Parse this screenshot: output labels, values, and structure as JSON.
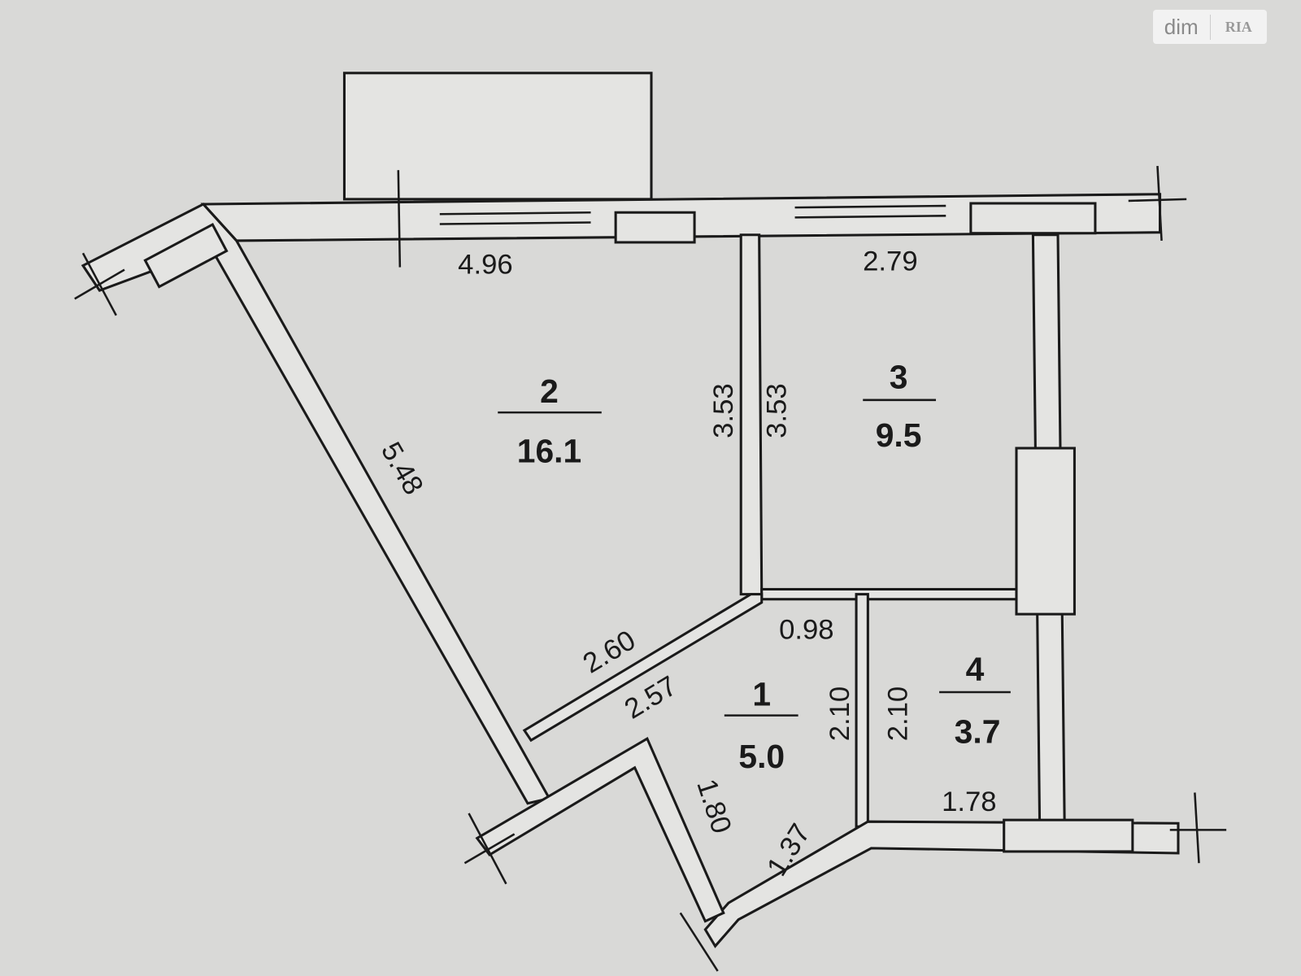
{
  "watermark": {
    "brand_left": "dim",
    "brand_right": "RIA"
  },
  "rooms": [
    {
      "number": "1",
      "area": "5.0"
    },
    {
      "number": "2",
      "area": "16.1"
    },
    {
      "number": "3",
      "area": "9.5"
    },
    {
      "number": "4",
      "area": "3.7"
    }
  ],
  "dimensions": {
    "room2_top": "4.96",
    "room3_top": "2.79",
    "room2_right": "3.53",
    "room3_left": "3.53",
    "room2_diag": "5.48",
    "room2_bottom": "2.60",
    "room1_top_diag": "2.57",
    "room1_top": "0.98",
    "room1_right": "2.10",
    "room4_left": "2.10",
    "room4_bottom": "1.78",
    "room1_entry": "1.80",
    "room1_bottom": "1.37"
  }
}
